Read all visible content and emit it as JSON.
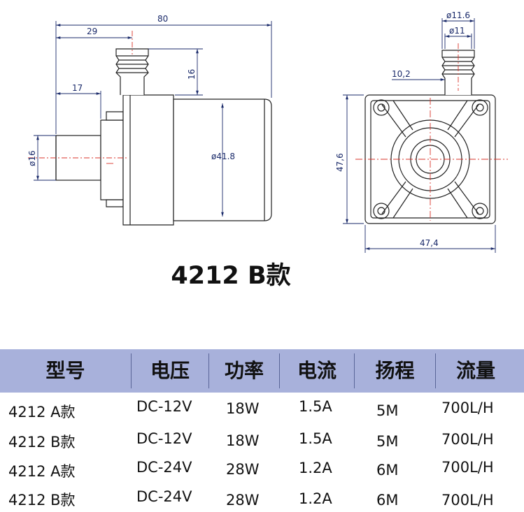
{
  "drawing": {
    "dims": {
      "overall_length": "80",
      "inlet_offset": "29",
      "outlet_offset": "17",
      "inlet_height": "16",
      "outlet_diameter": "ø16",
      "body_diameter": "ø41.8",
      "top_outer": "ø11.6",
      "top_inner": "ø11",
      "side_offset": "10,2",
      "height": "47,6",
      "width": "47,4"
    }
  },
  "model_title": "4212 B款",
  "table": {
    "headers": [
      "型号",
      "电压",
      "功率",
      "电流",
      "扬程",
      "流量"
    ],
    "rows": [
      [
        "4212 A款",
        "DC-12V",
        "18W",
        "1.5A",
        "5M",
        "700L/H"
      ],
      [
        "4212 B款",
        "DC-12V",
        "18W",
        "1.5A",
        "5M",
        "700L/H"
      ],
      [
        "4212 A款",
        "DC-24V",
        "28W",
        "1.2A",
        "6M",
        "700L/H"
      ],
      [
        "4212 B款",
        "DC-24V",
        "28W",
        "1.2A",
        "6M",
        "700L/H"
      ]
    ]
  }
}
